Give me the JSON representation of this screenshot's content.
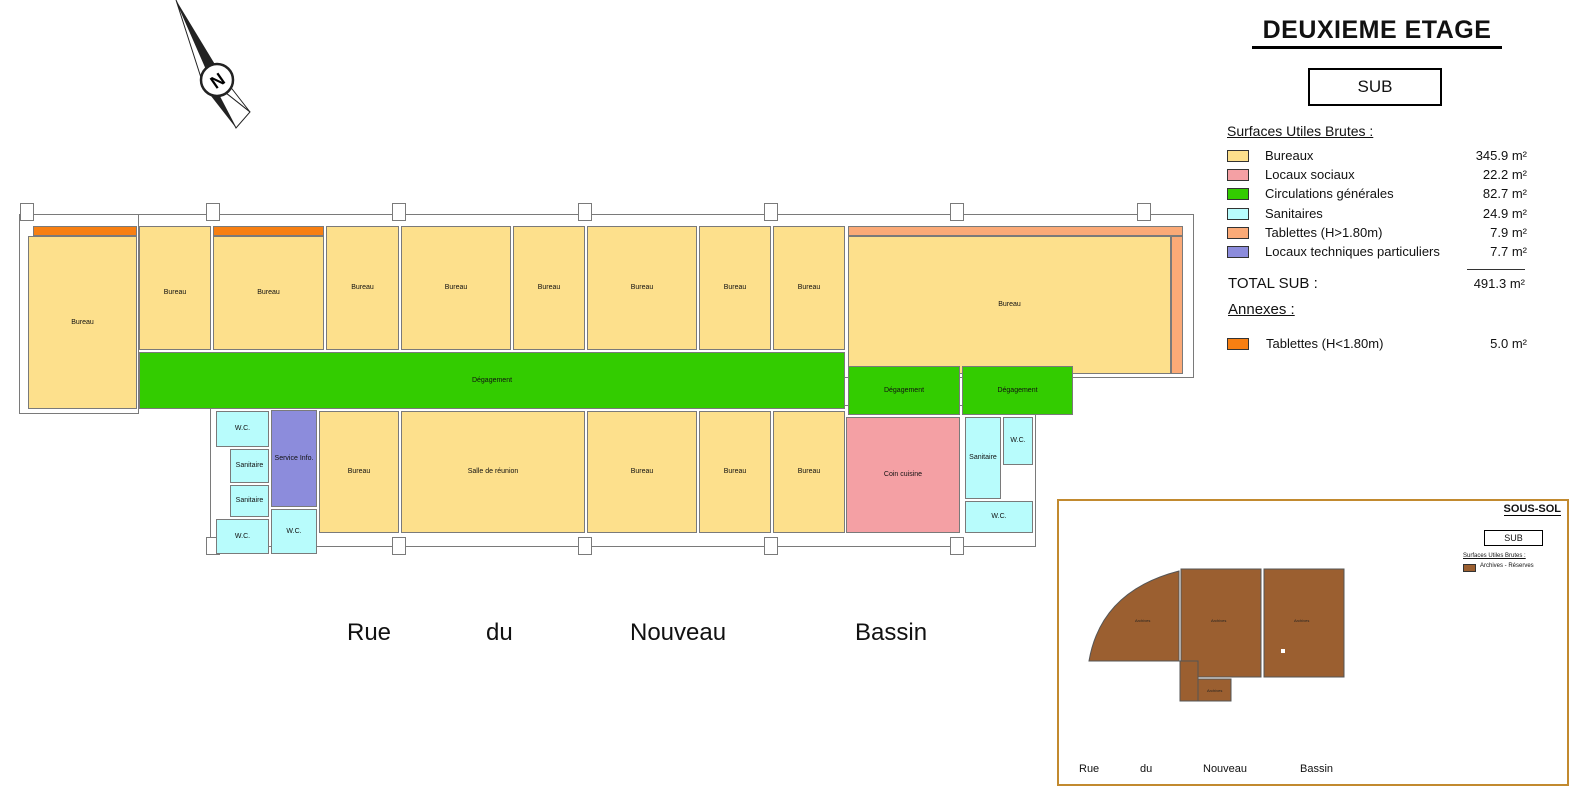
{
  "header": {
    "title": "DEUXIEME ETAGE",
    "sub_box": "SUB"
  },
  "compass": {
    "label": "N"
  },
  "legend": {
    "heading": "Surfaces Utiles Brutes :",
    "items": [
      {
        "label": "Bureaux",
        "value": "345.9 m²",
        "color": "#fde08c"
      },
      {
        "label": "Locaux sociaux",
        "value": "22.2 m²",
        "color": "#f4a0a4"
      },
      {
        "label": "Circulations générales",
        "value": "82.7 m²",
        "color": "#33cc00"
      },
      {
        "label": "Sanitaires",
        "value": "24.9 m²",
        "color": "#b8fcfc"
      },
      {
        "label": "Tablettes (H>1.80m)",
        "value": "7.9 m²",
        "color": "#fbaa77"
      },
      {
        "label": "Locaux techniques particuliers",
        "value": "7.7 m²",
        "color": "#8c8cdc"
      }
    ],
    "total_label": "TOTAL SUB :",
    "total_value": "491.3 m²",
    "annexes_heading": "Annexes :",
    "annexes": [
      {
        "label": "Tablettes (H<1.80m)",
        "value": "5.0 m²",
        "color": "#f77f12"
      }
    ]
  },
  "plan": {
    "rooms": {
      "bureau_left": "Bureau",
      "bureau_top_1": "Bureau",
      "bureau_top_2": "Bureau",
      "bureau_top_3": "Bureau",
      "bureau_top_4": "Bureau",
      "bureau_top_5": "Bureau",
      "bureau_top_6": "Bureau",
      "bureau_top_7": "Bureau",
      "bureau_top_8": "Bureau",
      "bureau_top_right": "Bureau",
      "degagement_main": "Dégagement",
      "degagement_r1": "Dégagement",
      "degagement_r2": "Dégagement",
      "wc_1": "W.C.",
      "sanitaire_1": "Sanitaire",
      "sanitaire_2": "Sanitaire",
      "wc_2": "W.C.",
      "wc_3": "W.C.",
      "service_info": "Service Info.",
      "bureau_bottom_1": "Bureau",
      "salle_reunion": "Salle de réunion",
      "bureau_bottom_2": "Bureau",
      "bureau_bottom_3": "Bureau",
      "bureau_bottom_4": "Bureau",
      "coin_cuisine": "Coin cuisine",
      "sanitaire_r": "Sanitaire",
      "wc_r1": "W.C.",
      "wc_r2": "W.C."
    },
    "street": [
      "Rue",
      "du",
      "Nouveau",
      "Bassin"
    ]
  },
  "inset": {
    "title": "SOUS-SOL",
    "sub_box": "SUB",
    "legend_heading": "Surfaces Utiles Brutes :",
    "legend_item": "Archives - Réserves",
    "legend_color": "#9b5f30",
    "room_labels": [
      "Archives",
      "Archives",
      "Archives",
      "Archives"
    ],
    "street": [
      "Rue",
      "du",
      "Nouveau",
      "Bassin"
    ]
  }
}
